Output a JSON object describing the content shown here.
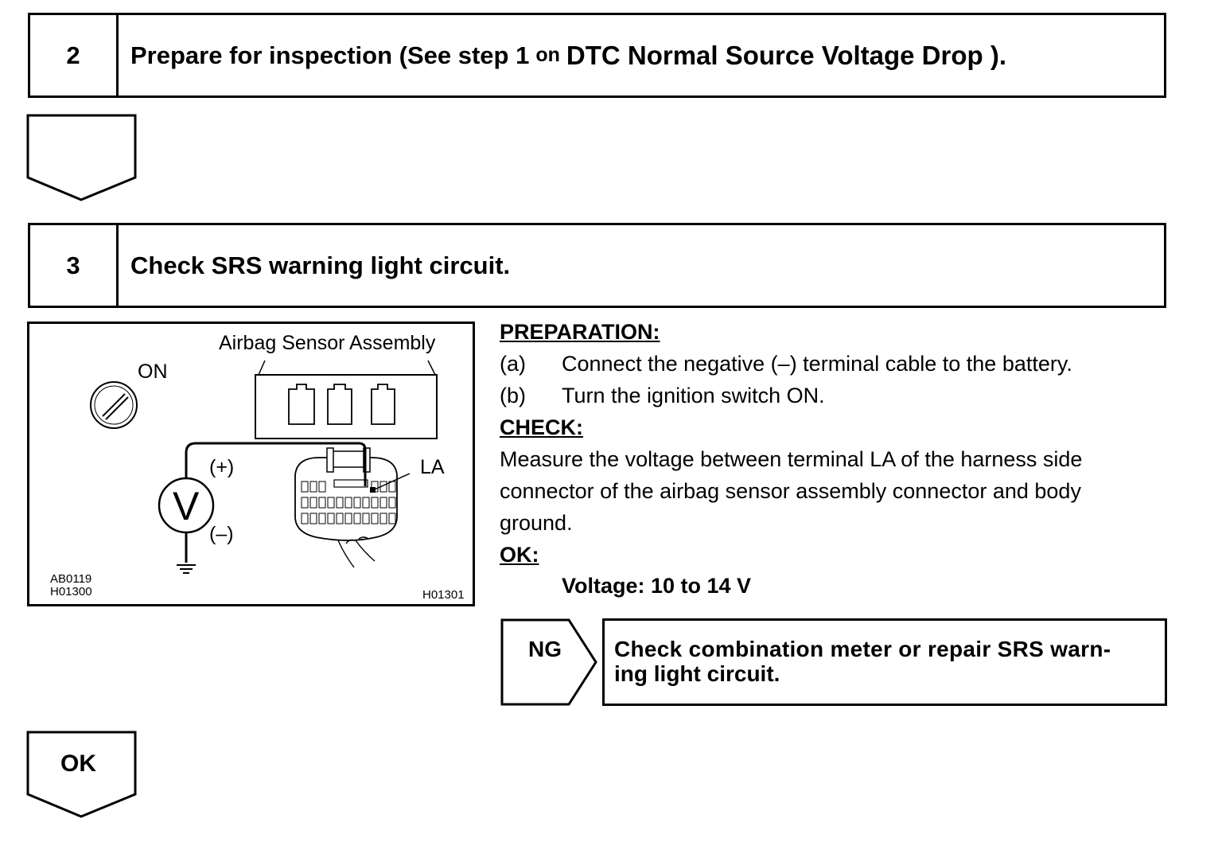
{
  "step2": {
    "number": "2",
    "title_a": "Prepare for inspection (See step 1",
    "title_on": "on",
    "title_b": "DTC Normal Source Voltage Drop ).",
    "title_c": ""
  },
  "step3": {
    "number": "3",
    "title": "Check SRS warning light circuit."
  },
  "diagram": {
    "airbag_label": "Airbag Sensor Assembly",
    "on_label": "ON",
    "plus_label": "(+)",
    "minus_label": "(–)",
    "la_label": "LA",
    "meter_symbol": "V",
    "code1": "AB0119",
    "code2": "H01300",
    "code3": "H01301"
  },
  "instructions": {
    "preparation_head": "PREPARATION:",
    "prep_a_marker": "(a)",
    "prep_a_text": "Connect the negative (–) terminal cable to the battery.",
    "prep_b_marker": "(b)",
    "prep_b_text": "Turn the ignition switch ON.",
    "check_head": "CHECK:",
    "check_line1": "Measure the voltage between terminal LA of the harness side",
    "check_line2": "connector of the airbag sensor assembly connector and body",
    "check_line3": "ground.",
    "ok_head": "OK:",
    "ok_value": "Voltage: 10 to 14 V"
  },
  "ng": {
    "label": "NG",
    "line1": "Check combination meter or repair SRS warn-",
    "line2": "ing light circuit."
  },
  "ok_arrow": {
    "label": "OK"
  }
}
